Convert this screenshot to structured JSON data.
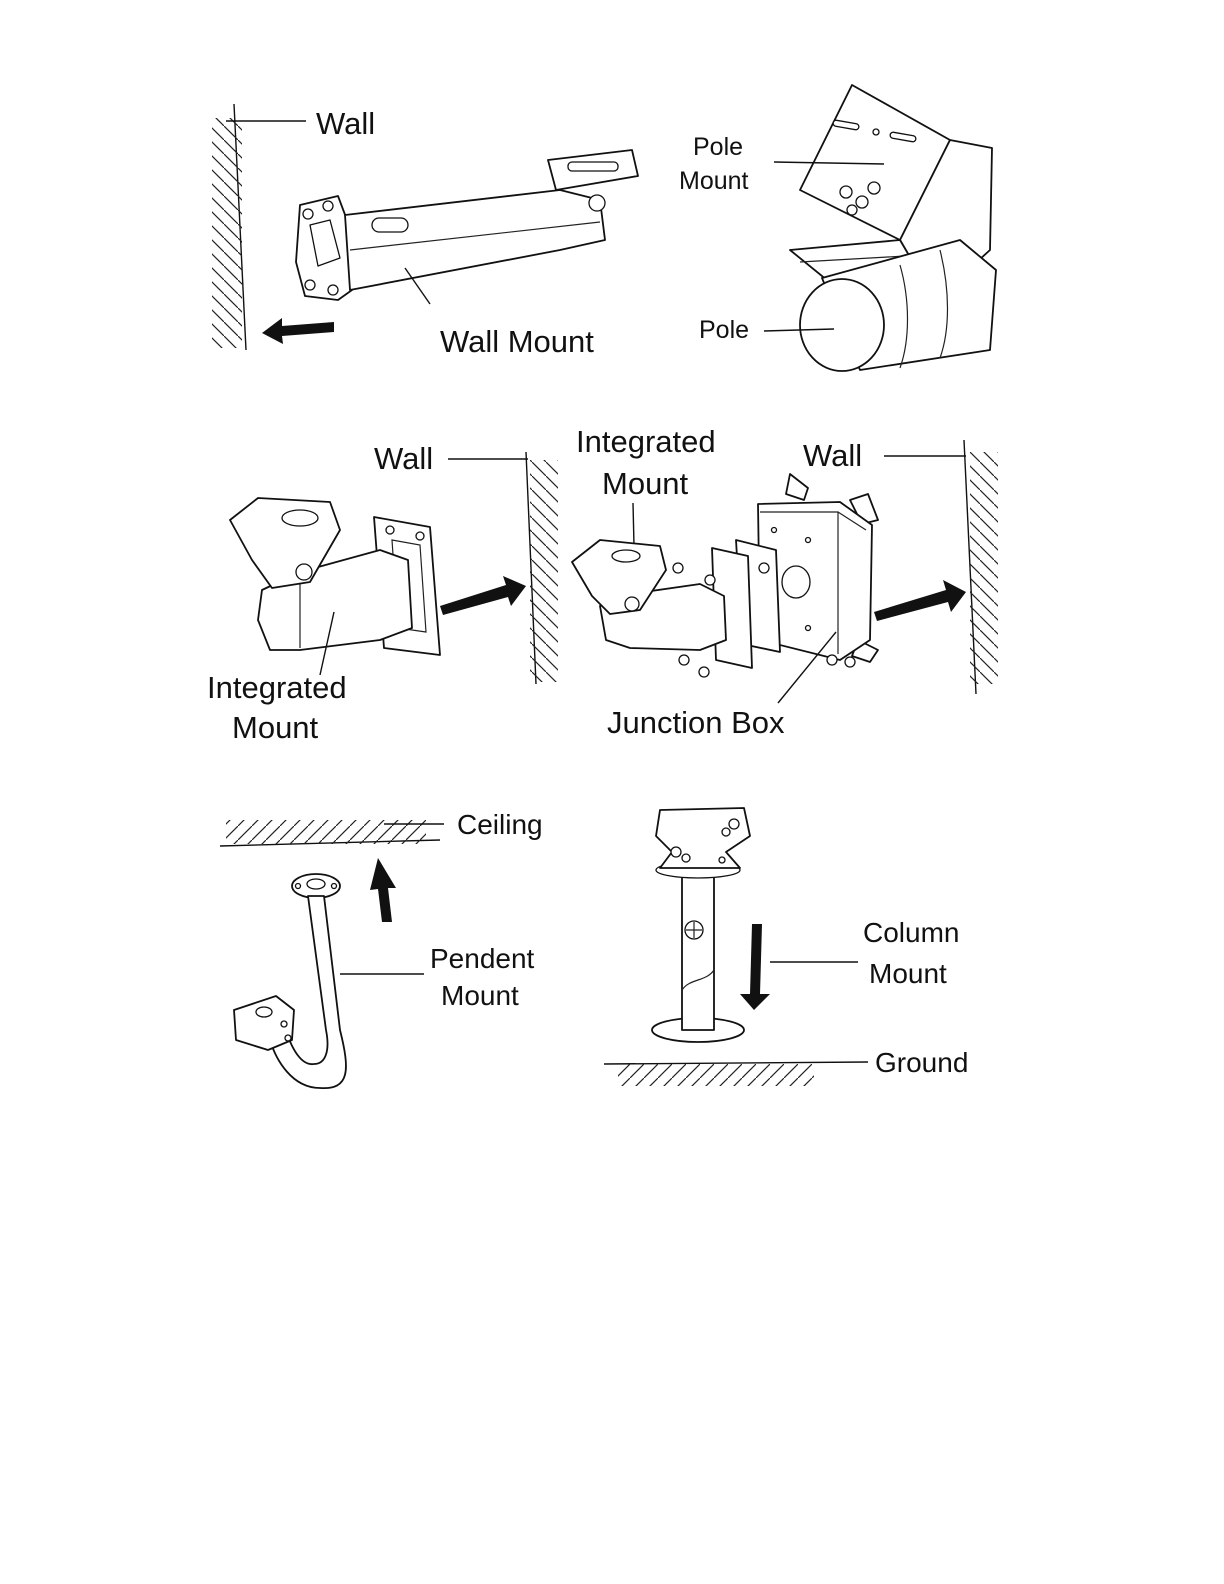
{
  "panel_wall_mount": {
    "wall_label": "Wall",
    "mount_label": "Wall Mount"
  },
  "panel_pole_mount": {
    "mount_label_line1": "Pole",
    "mount_label_line2": "Mount",
    "pole_label": "Pole"
  },
  "panel_integrated_mount": {
    "wall_label": "Wall",
    "mount_label_line1": "Integrated",
    "mount_label_line2": "Mount"
  },
  "panel_junction_box": {
    "mount_label_line1": "Integrated",
    "mount_label_line2": "Mount",
    "wall_label": "Wall",
    "box_label": "Junction Box"
  },
  "panel_pendent_mount": {
    "ceiling_label": "Ceiling",
    "mount_label_line1": "Pendent",
    "mount_label_line2": "Mount"
  },
  "panel_column_mount": {
    "mount_label_line1": "Column",
    "mount_label_line2": "Mount",
    "ground_label": "Ground"
  },
  "icons": [
    "arrow-left-icon",
    "arrow-right-icon",
    "arrow-up-icon",
    "arrow-down-icon"
  ]
}
